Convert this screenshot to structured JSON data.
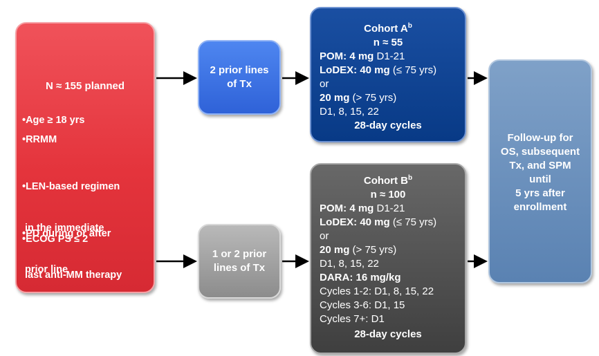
{
  "enrollment": {
    "title": "N ≈ 155 planned",
    "criteria": [
      [
        "•Age ≥ 18 yrs"
      ],
      [
        "•RRMM"
      ],
      [
        "•LEN-based regimen",
        " in the immediate",
        " prior line"
      ],
      [
        "•PD during or after",
        " last anti-MM therapy"
      ],
      [
        "•ECOG PS ≤ 2"
      ]
    ]
  },
  "prior_lines": {
    "top": [
      "2 prior lines",
      "of Tx"
    ],
    "bottom": [
      "1 or 2 prior",
      "lines of Tx"
    ]
  },
  "cohort_a": {
    "title": "Cohort A",
    "title_sup": "b",
    "n": "n ≈ 55",
    "pom_label": "POM: 4 mg",
    "pom_days": " D1-21",
    "lodex_label": "LoDEX: 40 mg",
    "lodex_age": " (≤ 75 yrs)",
    "or": "or",
    "alt_dose": "20 mg",
    "alt_age": " (> 75 yrs)",
    "days": "D1, 8, 15, 22",
    "cycles": "28-day cycles"
  },
  "cohort_b": {
    "title": "Cohort B",
    "title_sup": "b",
    "n": "n ≈ 100",
    "pom_label": "POM: 4 mg",
    "pom_days": " D1-21",
    "lodex_label": "LoDEX: 40 mg",
    "lodex_age": " (≤ 75 yrs)",
    "or": "or",
    "alt_dose": "20 mg",
    "alt_age": " (> 75 yrs)",
    "days": "D1, 8, 15, 22",
    "dara_label": "DARA: 16 mg/kg",
    "cycles_1_2": "Cycles 1-2: D1, 8, 15, 22",
    "cycles_3_6": "Cycles 3-6: D1, 15",
    "cycles_7": "Cycles 7+: D1",
    "cycles": "28-day cycles"
  },
  "followup": {
    "lines": [
      "Follow-up for",
      "OS, subsequent",
      "Tx, and SPM",
      "until",
      "5 yrs after",
      "enrollment"
    ]
  },
  "colors": {
    "enrollment": "#e4343c",
    "prior_lines_top": "#2f62d8",
    "prior_lines_bottom": "#8c8c8c",
    "cohort_a": "#083a86",
    "cohort_b": "#3f3f3f",
    "followup": "#5a82b2",
    "arrow": "#000000"
  }
}
